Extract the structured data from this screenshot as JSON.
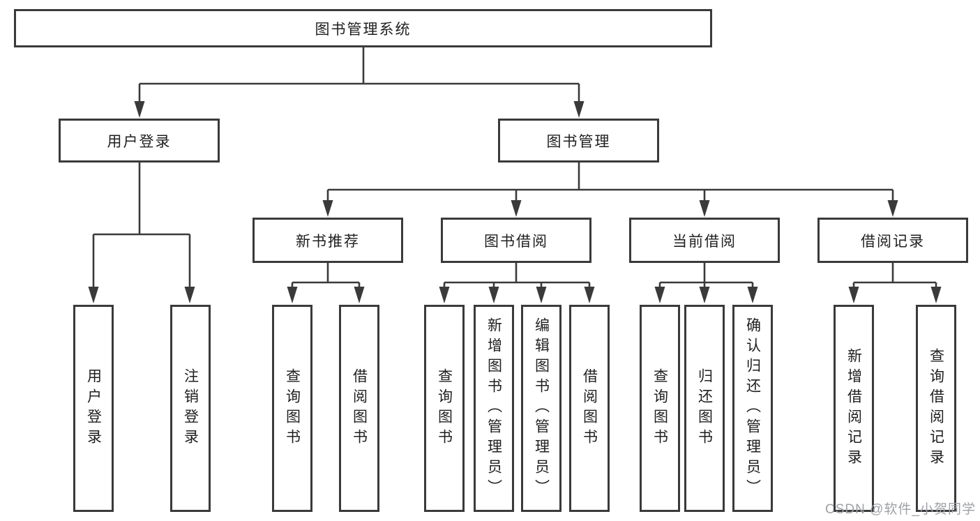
{
  "diagram": {
    "title": "图书管理系统",
    "nodes": {
      "root": {
        "label": "图书管理系统"
      },
      "user_login": {
        "label": "用户登录"
      },
      "book_mgmt": {
        "label": "图书管理"
      },
      "new_book_rec": {
        "label": "新书推荐"
      },
      "book_borrow": {
        "label": "图书借阅"
      },
      "current_borrow": {
        "label": "当前借阅"
      },
      "borrow_records": {
        "label": "借阅记录"
      },
      "leaf_user_login": {
        "label": "用户登录"
      },
      "leaf_logout": {
        "label": "注销登录"
      },
      "leaf_nb_query": {
        "label": "查询图书"
      },
      "leaf_nb_borrow": {
        "label": "借阅图书"
      },
      "leaf_bb_query": {
        "label": "查询图书"
      },
      "leaf_bb_add": {
        "label": "新增图书（管理员）"
      },
      "leaf_bb_edit": {
        "label": "编辑图书（管理员）"
      },
      "leaf_bb_borrow": {
        "label": "借阅图书"
      },
      "leaf_cb_query": {
        "label": "查询图书"
      },
      "leaf_cb_return": {
        "label": "归还图书"
      },
      "leaf_cb_confirm": {
        "label": "确认归还（管理员）"
      },
      "leaf_br_add": {
        "label": "新增借阅记录"
      },
      "leaf_br_query": {
        "label": "查询借阅记录"
      }
    },
    "edges": [
      {
        "from": "root",
        "to": [
          "user_login",
          "book_mgmt"
        ]
      },
      {
        "from": "user_login",
        "to": [
          "leaf_user_login",
          "leaf_logout"
        ]
      },
      {
        "from": "book_mgmt",
        "to": [
          "new_book_rec",
          "book_borrow",
          "current_borrow",
          "borrow_records"
        ]
      },
      {
        "from": "new_book_rec",
        "to": [
          "leaf_nb_query",
          "leaf_nb_borrow"
        ]
      },
      {
        "from": "book_borrow",
        "to": [
          "leaf_bb_query",
          "leaf_bb_add",
          "leaf_bb_edit",
          "leaf_bb_borrow"
        ]
      },
      {
        "from": "current_borrow",
        "to": [
          "leaf_cb_query",
          "leaf_cb_return",
          "leaf_cb_confirm"
        ]
      },
      {
        "from": "borrow_records",
        "to": [
          "leaf_br_add",
          "leaf_br_query"
        ]
      }
    ],
    "colors": {
      "line": "#3a3a3a",
      "box_border": "#3a3a3a",
      "text": "#1f1f1f",
      "background": "#ffffff",
      "watermark": "#9da1a6"
    }
  },
  "watermark": {
    "text": "CSDN @软件_小贺同学"
  }
}
